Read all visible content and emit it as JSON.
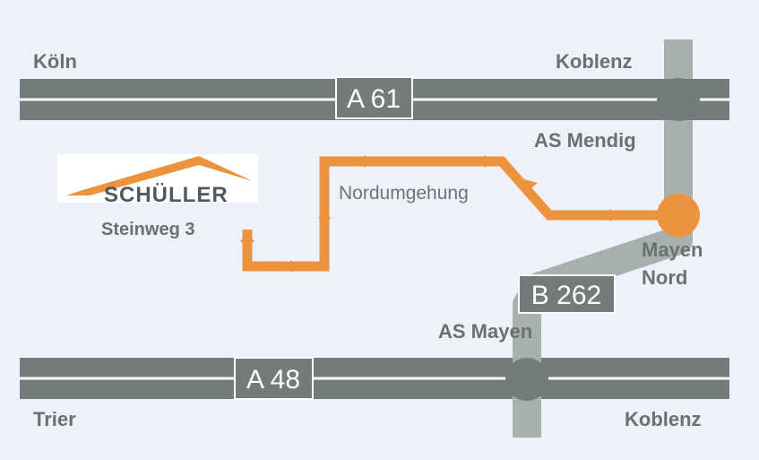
{
  "colors": {
    "background": "#edf1f9",
    "motorway": "#737c7a",
    "motorway_line": "#ffffff",
    "federal_road": "#a7b0ac",
    "junction": "#737c7a",
    "route": "#ed923d",
    "label": "#6b7070",
    "logo_roof": "#ed923d",
    "logo_text": "#4f5a5e"
  },
  "motorway_top": {
    "shield": "A 61",
    "city_left": "Köln",
    "city_right": "Koblenz",
    "junction": "AS Mendig"
  },
  "motorway_bottom": {
    "shield": "A 48",
    "city_left": "Trier",
    "city_right": "Koblenz",
    "junction": "AS Mayen"
  },
  "federal_road": {
    "shield": "B 262",
    "junction_line1": "Mayen",
    "junction_line2": "Nord"
  },
  "route": {
    "street": "Nordumgehung"
  },
  "destination": {
    "logo_text": "SCHÜLLER",
    "address": "Steinweg 3"
  }
}
